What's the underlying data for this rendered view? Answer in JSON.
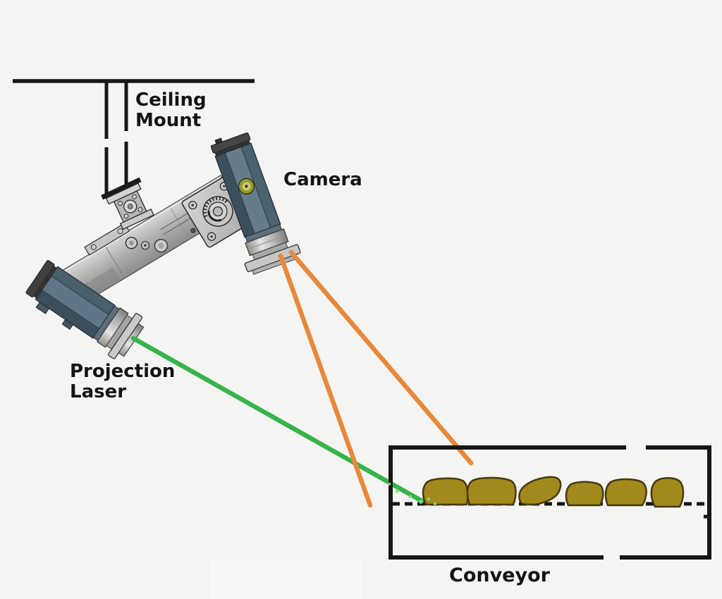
{
  "diagram": {
    "labels": {
      "ceiling_mount": "Ceiling\nMount",
      "camera": "Camera",
      "projection_laser": "Projection\nLaser",
      "conveyor": "Conveyor"
    },
    "colors": {
      "background": "#f4f4f2",
      "outline_black": "#161616",
      "laser_beam_green": "#35b44b",
      "camera_fov_orange": "#e8883b",
      "device_body_slate": "#5f7686",
      "metal_gray": "#c6c6c4",
      "conveyor_item_fill": "#a1891c",
      "conveyor_item_outline": "#46390f"
    },
    "conveyor": {
      "item_count": 6,
      "belt_line_style": "dashed"
    }
  }
}
